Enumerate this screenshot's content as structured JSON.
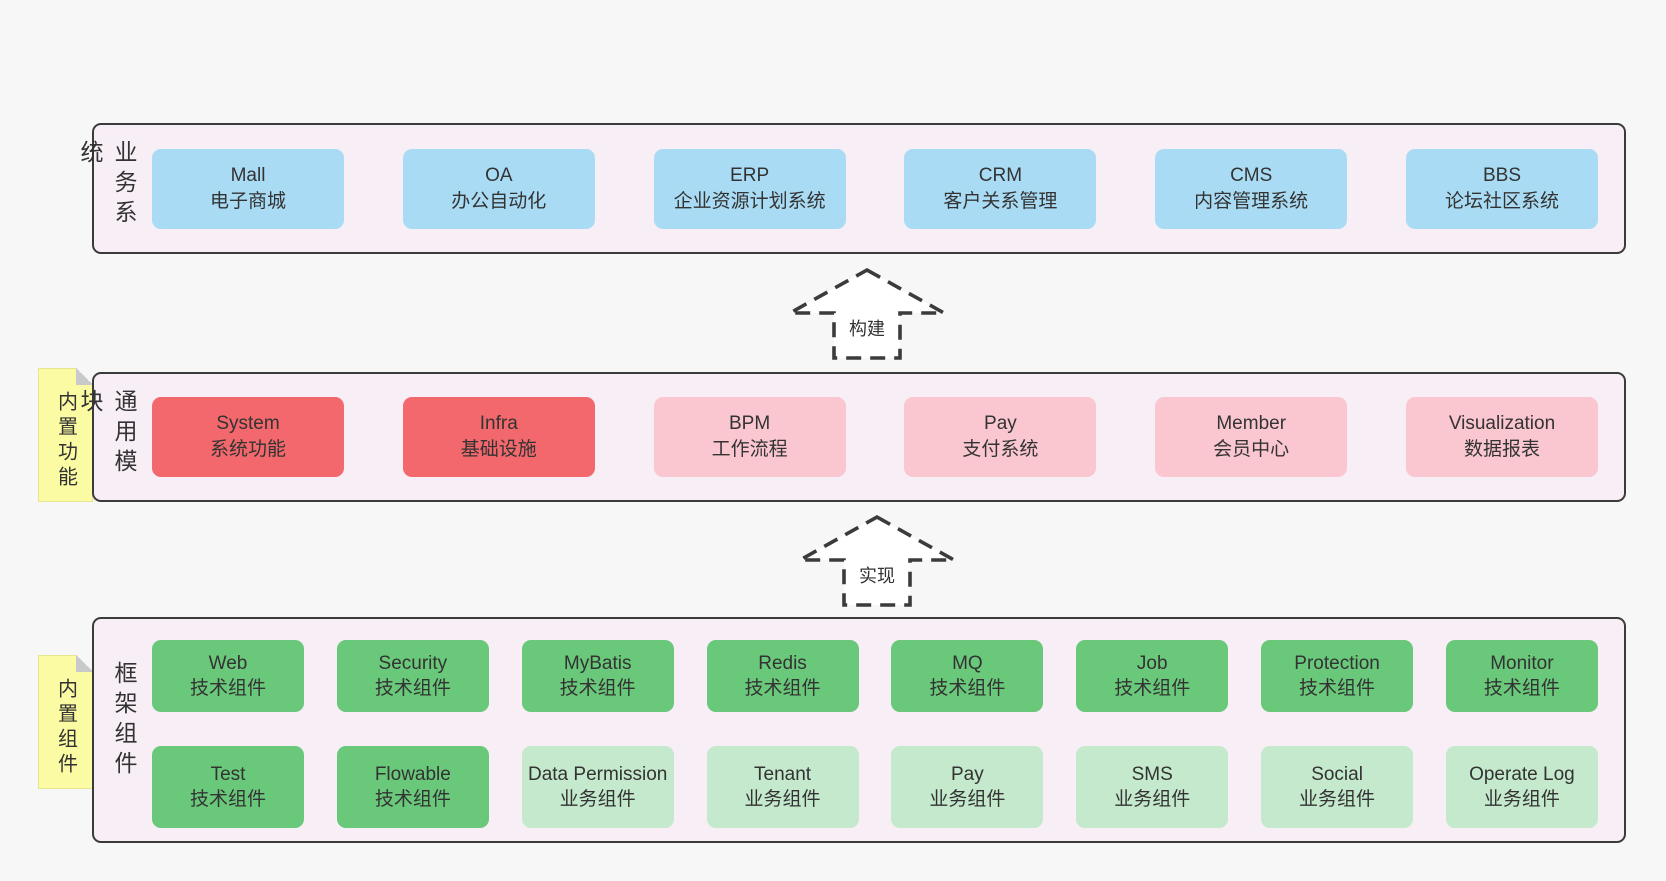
{
  "diagram": {
    "panels": {
      "business": {
        "label": "业务系统",
        "boxes": [
          {
            "title": "Mall",
            "subtitle": "电子商城"
          },
          {
            "title": "OA",
            "subtitle": "办公自动化"
          },
          {
            "title": "ERP",
            "subtitle": "企业资源计划系统"
          },
          {
            "title": "CRM",
            "subtitle": "客户关系管理"
          },
          {
            "title": "CMS",
            "subtitle": "内容管理系统"
          },
          {
            "title": "BBS",
            "subtitle": "论坛社区系统"
          }
        ]
      },
      "modules": {
        "label": "通用模块",
        "sticky": "内置功能",
        "boxes": [
          {
            "title": "System",
            "subtitle": "系统功能"
          },
          {
            "title": "Infra",
            "subtitle": "基础设施"
          },
          {
            "title": "BPM",
            "subtitle": "工作流程"
          },
          {
            "title": "Pay",
            "subtitle": "支付系统"
          },
          {
            "title": "Member",
            "subtitle": "会员中心"
          },
          {
            "title": "Visualization",
            "subtitle": "数据报表"
          }
        ]
      },
      "components": {
        "label": "框架组件",
        "sticky": "内置组件",
        "row1": [
          {
            "title": "Web",
            "subtitle": "技术组件"
          },
          {
            "title": "Security",
            "subtitle": "技术组件"
          },
          {
            "title": "MyBatis",
            "subtitle": "技术组件"
          },
          {
            "title": "Redis",
            "subtitle": "技术组件"
          },
          {
            "title": "MQ",
            "subtitle": "技术组件"
          },
          {
            "title": "Job",
            "subtitle": "技术组件"
          },
          {
            "title": "Protection",
            "subtitle": "技术组件"
          },
          {
            "title": "Monitor",
            "subtitle": "技术组件"
          }
        ],
        "row2": [
          {
            "title": "Test",
            "subtitle": "技术组件"
          },
          {
            "title": "Flowable",
            "subtitle": "技术组件"
          },
          {
            "title": "Data Permission",
            "subtitle": "业务组件"
          },
          {
            "title": "Tenant",
            "subtitle": "业务组件"
          },
          {
            "title": "Pay",
            "subtitle": "业务组件"
          },
          {
            "title": "SMS",
            "subtitle": "业务组件"
          },
          {
            "title": "Social",
            "subtitle": "业务组件"
          },
          {
            "title": "Operate Log",
            "subtitle": "业务组件"
          }
        ]
      }
    },
    "arrows": {
      "build": {
        "label": "构建"
      },
      "implement": {
        "label": "实现"
      }
    },
    "colors": {
      "page_bg": "#f7f7f7",
      "panel_bg": "#f8eef6",
      "panel_border": "#3b3b3b",
      "box_blue": "#a9dcf4",
      "box_red": "#f2686c",
      "box_pink": "#fac7d1",
      "box_green_dark": "#69c87a",
      "box_green_light": "#c4e9cc",
      "sticky_yellow": "#fbfba4",
      "sticky_fold": "#c9c9c9",
      "text": "#333333"
    }
  }
}
